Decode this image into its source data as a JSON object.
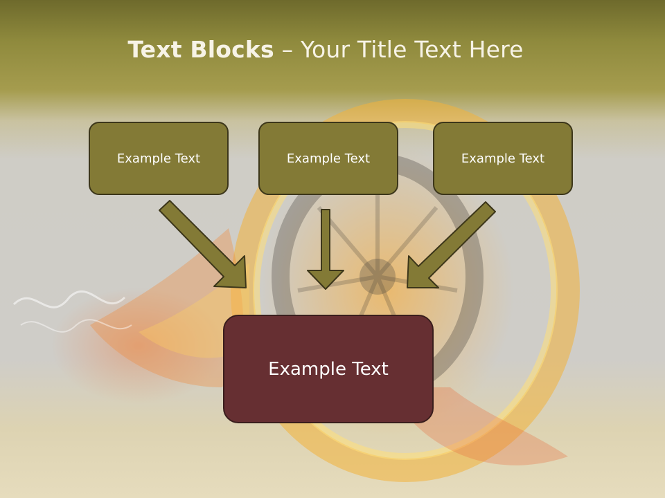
{
  "title": {
    "bold": "Text Blocks",
    "separator": " – ",
    "rest": "Your Title Text Here"
  },
  "blocks": {
    "left": "Example Text",
    "center": "Example Text",
    "right": "Example Text",
    "bottom": "Example Text"
  },
  "colors": {
    "box_fill": "#837a36",
    "box_border": "#3c361a",
    "bottom_fill": "#662f32",
    "arrow_fill": "#837a36",
    "title_text": "#f7f3e6"
  }
}
